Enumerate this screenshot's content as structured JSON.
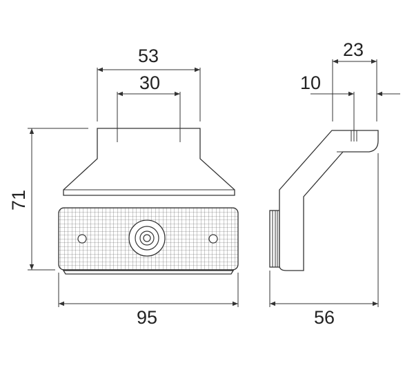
{
  "dimensions": {
    "top_outer_width": "53",
    "top_inner_width": "30",
    "height": "71",
    "bottom_width": "95",
    "side_top_width": "23",
    "side_small_offset": "10",
    "side_depth": "56"
  }
}
